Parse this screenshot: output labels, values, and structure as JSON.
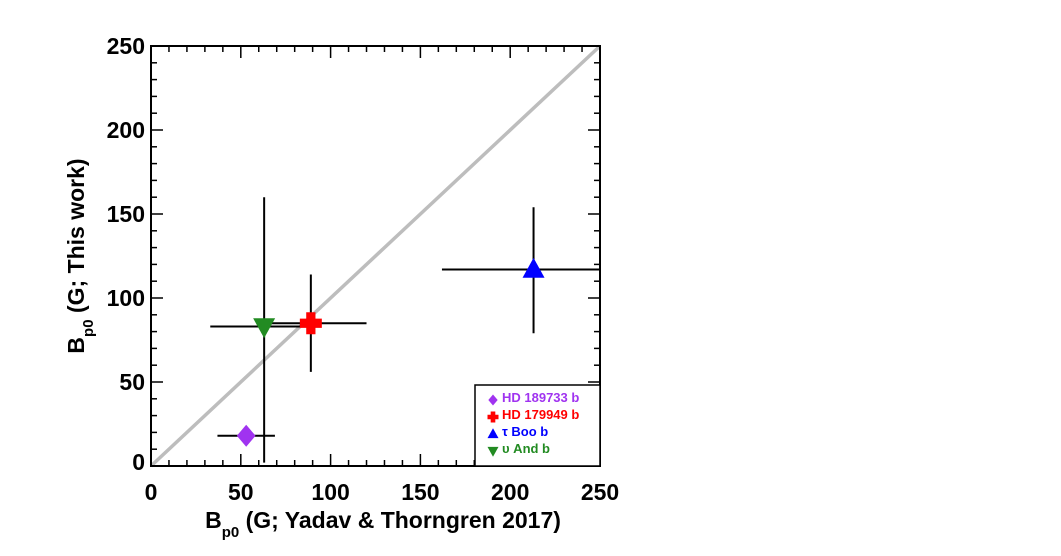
{
  "chart_data": {
    "type": "scatter",
    "title": "",
    "xlabel": {
      "main": "B",
      "sub": "p0",
      "rest": " (G; Yadav & Thorngren 2017)"
    },
    "ylabel": {
      "main": "B",
      "sub": "p0",
      "rest": " (G; This work)"
    },
    "xlim": [
      0,
      250
    ],
    "ylim": [
      0,
      250
    ],
    "x_ticks": [
      "0",
      "50",
      "100",
      "150",
      "200",
      "250"
    ],
    "y_ticks": [
      "0",
      "50",
      "100",
      "150",
      "200",
      "250"
    ],
    "grid": false,
    "one_to_one_line": {
      "from": [
        0,
        0
      ],
      "to": [
        250,
        250
      ],
      "color": "#bdbdbd"
    },
    "legend_position": "bottom-right",
    "series": [
      {
        "name": "HD 189733 b",
        "marker": "diamond",
        "color": "#a033f0",
        "x": 53,
        "y": 18,
        "x_err": [
          37,
          69
        ],
        "y_err": null
      },
      {
        "name": "HD 179949 b",
        "marker": "plus",
        "color": "#ff0000",
        "x": 89,
        "y": 85,
        "x_err": [
          62,
          120
        ],
        "y_err": [
          56,
          114
        ]
      },
      {
        "name": "τ Boo b",
        "marker": "triangle-up",
        "color": "#0000ff",
        "x": 213,
        "y": 117,
        "x_err": [
          162,
          250
        ],
        "y_err": [
          79,
          154
        ]
      },
      {
        "name": "υ And b",
        "marker": "triangle-down",
        "color": "#228b22",
        "x": 63,
        "y": 83,
        "x_err": [
          33,
          88
        ],
        "y_err": [
          2,
          160
        ]
      }
    ]
  }
}
